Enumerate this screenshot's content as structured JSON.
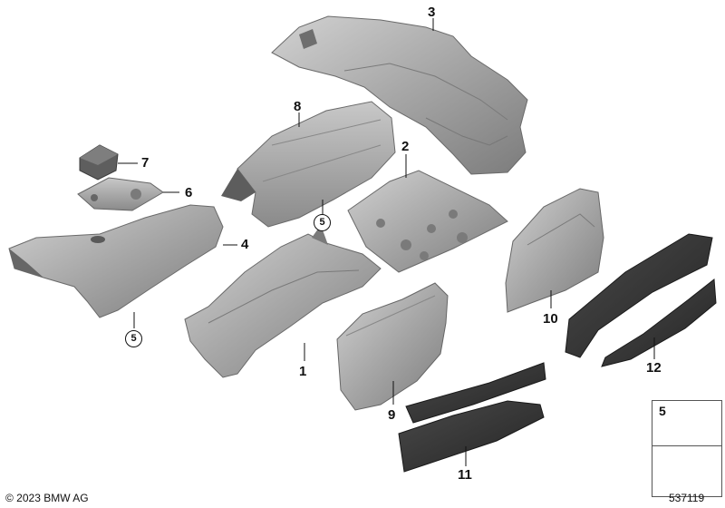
{
  "diagram": {
    "callouts": [
      "1",
      "2",
      "3",
      "4",
      "5",
      "6",
      "7",
      "8",
      "9",
      "10",
      "11",
      "12"
    ],
    "ref_markers": [
      "5",
      "5"
    ],
    "legend": {
      "label": "5"
    },
    "footer": {
      "copyright": "© 2023 BMW AG",
      "diagram_number": "537119"
    },
    "colors": {
      "metal_light": "#bdbdbd",
      "metal_mid": "#9b9b9b",
      "metal_dark": "#6e6e6e",
      "felt_dark": "#2b2b2b",
      "felt_mid": "#3b3b3b",
      "line": "#111111"
    }
  }
}
